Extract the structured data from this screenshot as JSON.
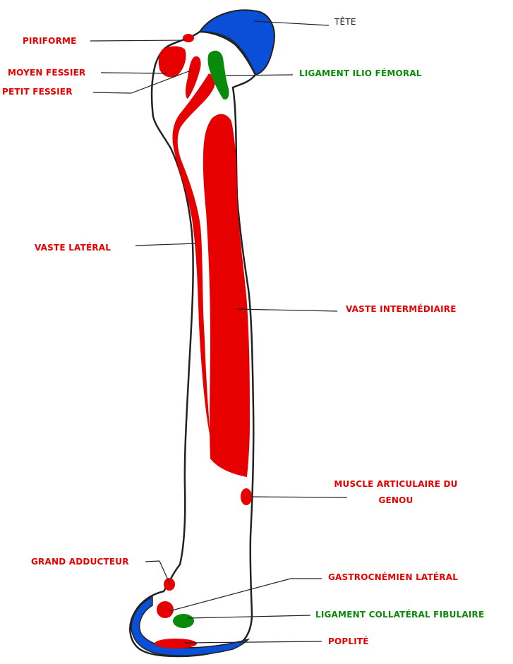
{
  "colors": {
    "muscle": "#e60000",
    "ligament": "#0a8a0a",
    "cartilage": "#0a4fd8",
    "outline": "#222222"
  },
  "labels": {
    "tete": "TÊTE",
    "piriforme": "PIRIFORME",
    "moyen_fessier": "MOYEN FESSIER",
    "petit_fessier": "PETIT FESSIER",
    "ligament_ilio_femoral": "LIGAMENT ILIO FÉMORAL",
    "vaste_lateral": "VASTE LATÉRAL",
    "vaste_intermediaire": "VASTE INTERMÉDIAIRE",
    "muscle_articulaire_line1": "MUSCLE ARTICULAIRE DU",
    "muscle_articulaire_line2": "GENOU",
    "grand_adducteur": "GRAND ADDUCTEUR",
    "gastrocnemien_lateral": "GASTROCNÉMIEN LATÉRAL",
    "ligament_collateral_fibulaire": "LIGAMENT COLLATÉRAL FIBULAIRE",
    "poplite": "POPLITÉ"
  }
}
